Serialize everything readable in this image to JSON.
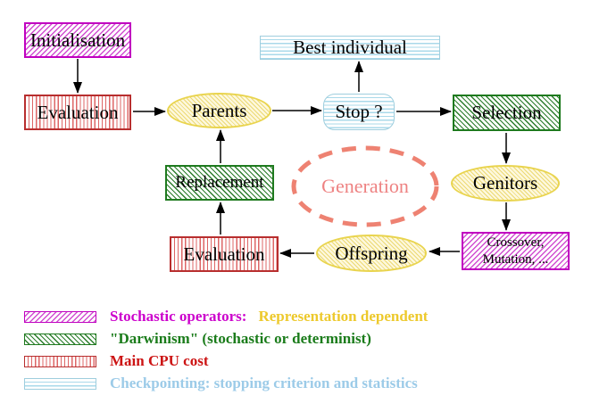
{
  "nodes": {
    "initialisation": "Initialisation",
    "evaluation_top": "Evaluation",
    "parents": "Parents",
    "best_individual": "Best individual",
    "stop": "Stop ?",
    "selection": "Selection",
    "replacement": "Replacement",
    "generation": "Generation",
    "genitors": "Genitors",
    "evaluation_bottom": "Evaluation",
    "crossover_line1": "Crossover,",
    "crossover_line2": "Mutation, ...",
    "offspring": "Offspring"
  },
  "legend": {
    "rows": [
      {
        "label1": "Stochastic operators:",
        "label2": "Representation dependent"
      },
      {
        "label": "\"Darwinism\" (stochastic or determinist)"
      },
      {
        "label": "Main CPU cost"
      },
      {
        "label": "Checkpointing: stopping criterion and statistics"
      }
    ]
  },
  "colors": {
    "magenta": "#c000c0",
    "red": "#b82e2e",
    "green": "#1e7a1e",
    "yellow_border": "#e9d44e",
    "cyan": "#9fcede",
    "salmon": "#ee8272",
    "legend_magenta_text": "#cc00cc",
    "legend_gold_text": "#edc92c",
    "legend_green_text": "#1b7c1b",
    "legend_red_text": "#cc1414",
    "legend_cyan_text": "#9ccbe8",
    "arrow": "#000000"
  }
}
